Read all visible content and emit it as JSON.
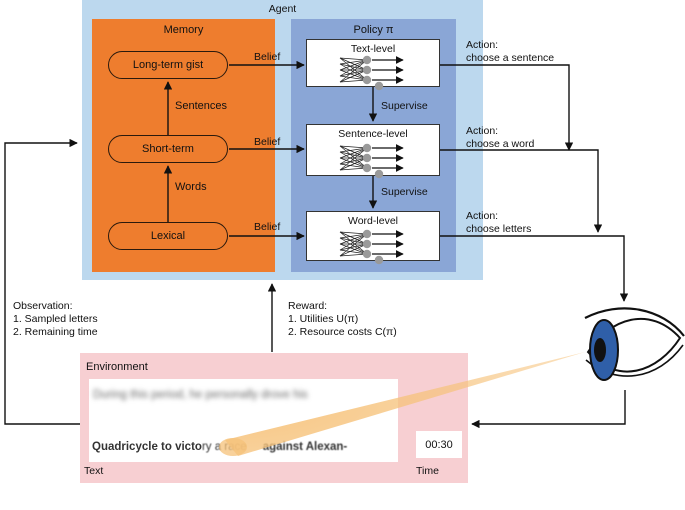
{
  "agent": {
    "title": "Agent"
  },
  "memory": {
    "title": "Memory",
    "nodes": {
      "long_term": "Long-term gist",
      "short_term": "Short-term",
      "lexical": "Lexical"
    },
    "edges": {
      "sentences": "Sentences",
      "words": "Words"
    }
  },
  "policy": {
    "title": "Policy π",
    "levels": {
      "text": "Text-level",
      "sentence": "Sentence-level",
      "word": "Word-level"
    },
    "supervise_label": "Supervise"
  },
  "belief_label": "Belief",
  "actions": {
    "text": [
      "Action:",
      "choose a sentence"
    ],
    "sentence": [
      "Action:",
      "choose a word"
    ],
    "word": [
      "Action:",
      "choose letters"
    ]
  },
  "observation": {
    "title": "Observation:",
    "items": [
      "1.  Sampled letters",
      "2.  Remaining time"
    ]
  },
  "reward": {
    "title": "Reward:",
    "items": [
      "1.  Utilities U(π)",
      "2.  Resource costs C(π)"
    ]
  },
  "environment": {
    "title": "Environment",
    "blurred_line": "During this period, he personally drove his",
    "line_start": "Quadricycle to victo",
    "line_fixated": "ry a race",
    "line_end": "against Alexan-",
    "text_label": "Text",
    "time_value": "00:30",
    "time_label": "Time"
  },
  "colors": {
    "agent_bg": "#bcd8ee",
    "memory_bg": "#ee7d2e",
    "policy_bg": "#8aa6d6",
    "environment_bg": "#f7cfd2",
    "eye_iris": "#2f5fa8",
    "gaze_beam": "#f6c27a"
  },
  "icons": {
    "eye": "eye-icon",
    "network": "neural-network-icon"
  }
}
